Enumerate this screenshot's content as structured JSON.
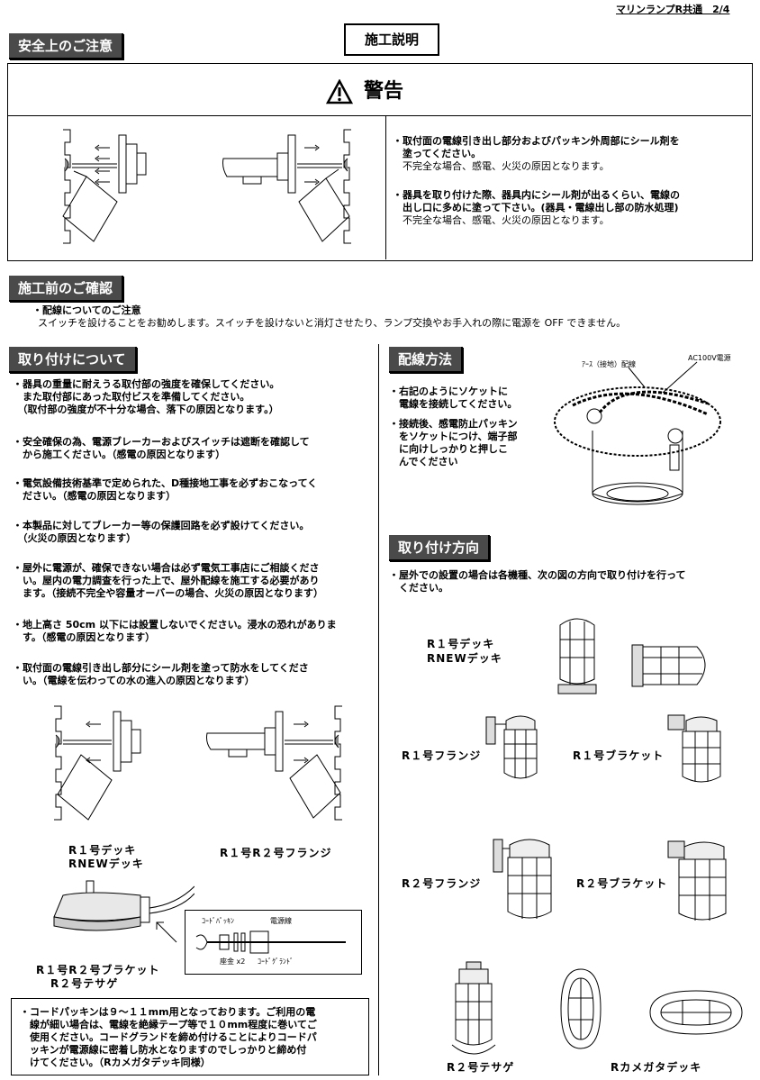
{
  "page_ref": "マリンランプR共通　2/4",
  "title": "施工説明",
  "sections": {
    "safety": "安全上のご注意",
    "precheck": "施工前のご確認",
    "install": "取り付けについて",
    "wiring": "配線方法",
    "direction": "取り付け方向"
  },
  "warning": {
    "heading": "警告",
    "items": [
      [
        "・取付面の電線引き出し部分およびパッキン外周部にシール剤を",
        "　塗ってください。",
        "　不完全な場合、感電、火災の原因となります。"
      ],
      [
        "・器具を取り付けた際、器具内にシール剤が出るくらい、電線の",
        "　出し口に多めに塗って下さい。(器具・電線出し部の防水処理)",
        "　不完全な場合、感電、火災の原因となります。"
      ]
    ]
  },
  "precheck": {
    "title": "・配線についてのご注意",
    "body": "スイッチを設けることをお勧めします。スイッチを設けないと消灯させたり、ランプ交換やお手入れの際に電源を OFF できません。"
  },
  "install_items": [
    [
      "・器具の重量に耐えうる取付部の強度を確保してください。",
      "　また取付部にあった取付ビスを準備してください。",
      "　（取付部の強度が不十分な場合、落下の原因となります。）"
    ],
    [
      "・安全確保の為、電源ブレーカーおよびスイッチは遮断を確認して",
      "　から施工ください。（感電の原因となります）"
    ],
    [
      "・電気設備技術基準で定められた、D種接地工事を必ずおこなってく",
      "　ださい。（感電の原因となります）"
    ],
    [
      "・本製品に対してブレーカー等の保護回路を必ず設けてください。",
      "　（火災の原因となります）"
    ],
    [
      "・屋外に電源が、確保できない場合は必ず電気工事店にご相談くださ",
      "　い。屋内の電力調査を行った上で、屋外配線を施工する必要があり",
      "　ます。（接続不完全や容量オーバーの場合、火災の原因となります）"
    ],
    [
      "・地上高さ 50cm 以下には設置しないでください。浸水の恐れがありま",
      "　す。（感電の原因となります）"
    ],
    [
      "・取付面の電線引き出し部分にシール剤を塗って防水をしてくださ",
      "　い。（電線を伝わっての水の進入の原因となります）"
    ]
  ],
  "install_captions": {
    "left": [
      "R１号デッキ",
      "RNEWデッキ"
    ],
    "right": "R１号R２号フランジ",
    "bracket": [
      "R１号R２号ブラケット",
      "R２号テサゲ"
    ]
  },
  "cord_labels": {
    "packing": "ｺｰﾄﾞﾊﾟｯｷﾝ",
    "power": "電源線",
    "washer": "座金 x2",
    "gland": "ｺｰﾄﾞｸﾞﾗﾝﾄﾞ"
  },
  "note": [
    "・コードパッキンは９～１１mm用となっております。ご利用の電",
    "　線が細い場合は、電線を絶縁テープ等で１０mm程度に巻いてご",
    "　使用ください。コードグランドを締め付けることによりコードパ",
    "　ッキンが電源線に密着し防水となりますのでしっかりと締め付",
    "　けてください。（Rカメガタデッキ同様）"
  ],
  "wiring": {
    "text": [
      "・右記のようにソケットに",
      "　電線を接続してください。",
      "",
      "・接続後、感電防止パッキン",
      "　をソケットにつけ、端子部",
      "　に向けしっかりと押しこ",
      "　んでください"
    ],
    "label_earth": "ｱｰｽ（接地）配線",
    "label_ac": "AC100V電源"
  },
  "direction": {
    "text": [
      "・屋外での設置の場合は各機種、次の図の方向で取り付けを行って",
      "　ください。"
    ],
    "labels": {
      "deck": [
        "R１号デッキ",
        "RNEWデッキ"
      ],
      "r1_flange": "R１号フランジ",
      "r1_bracket": "R１号ブラケット",
      "r2_flange": "R２号フランジ",
      "r2_bracket": "R２号ブラケット",
      "r2_tesage": "R２号テサゲ",
      "kamegata": "Rカメガタデッキ"
    }
  }
}
